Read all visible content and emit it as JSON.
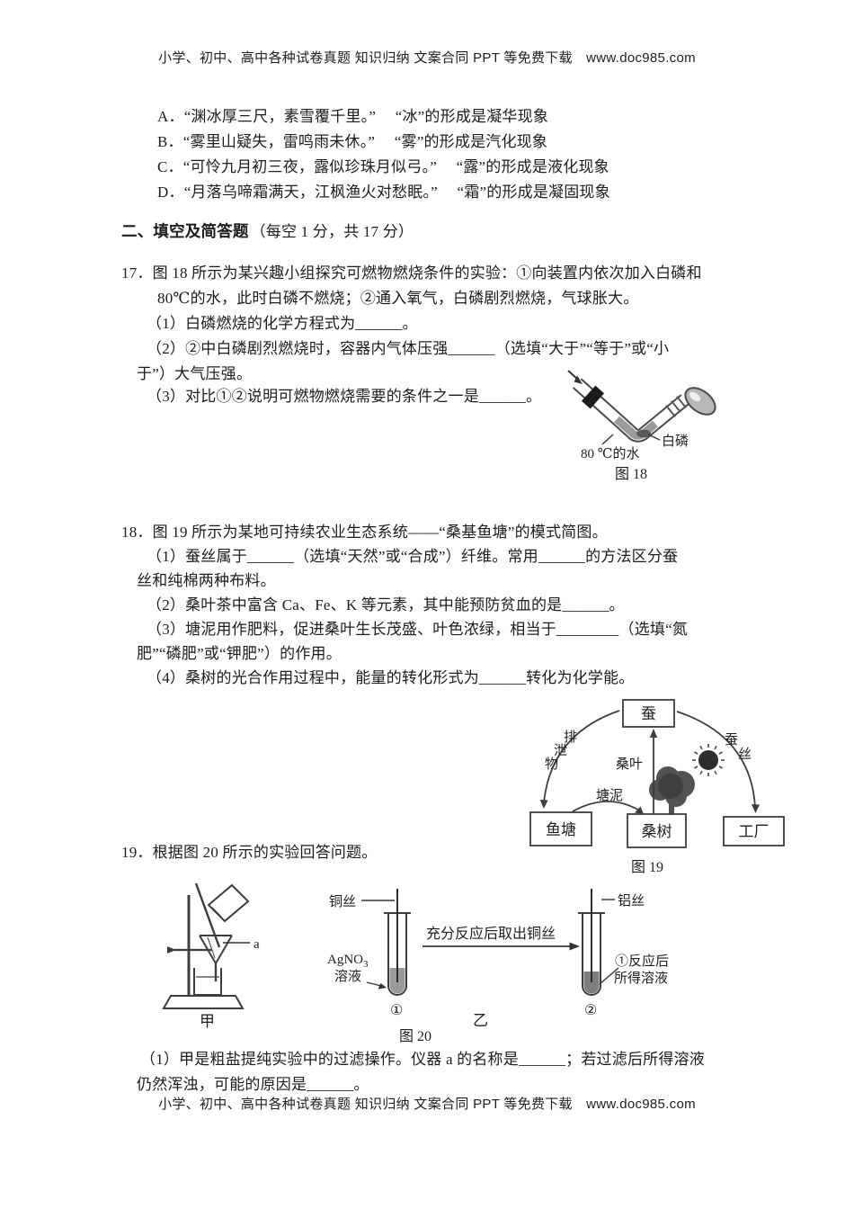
{
  "header": {
    "text": "小学、初中、高中各种试卷真题 知识归纳 文案合同 PPT 等免费下载　www.doc985.com"
  },
  "footer": {
    "text": "小学、初中、高中各种试卷真题 知识归纳 文案合同 PPT 等免费下载　www.doc985.com"
  },
  "options": [
    {
      "label": "A．",
      "text": "“渊冰厚三尺，素雪覆千里。”　 “冰”的形成是凝华现象"
    },
    {
      "label": "B．",
      "text": "“雾里山疑失，雷鸣雨未休。”　 “雾”的形成是汽化现象"
    },
    {
      "label": "C．",
      "text": "“可怜九月初三夜，露似珍珠月似弓。”　 “露”的形成是液化现象"
    },
    {
      "label": "D．",
      "text": "“月落乌啼霜满天，江枫渔火对愁眠。”　 “霜”的形成是凝固现象"
    }
  ],
  "section2": {
    "title": "二、填空及简答题",
    "score_note": "（每空 1 分，共 17 分）"
  },
  "q17": {
    "number": "17．",
    "stem_line1": "图 18 所示为某兴趣小组探究可燃物燃烧条件的实验：①向装置内依次加入白磷和",
    "stem_line2": "80℃的水，此时白磷不燃烧；②通入氧气，白磷剧烈燃烧，气球胀大。",
    "sub1": "（1）白磷燃烧的化学方程式为______。",
    "sub2": "（2）②中白磷剧烈燃烧时，容器内气体压强______（选填“大于”“等于”或“小",
    "sub2_cont": "于”）大气压强。",
    "sub3": "（3）对比①②说明可燃物燃烧需要的条件之一是______。"
  },
  "fig18": {
    "caption": "图 18",
    "label_water": "80 ℃的水",
    "label_phosphorus": "白磷"
  },
  "q18": {
    "number": "18．",
    "stem": "图 19 所示为某地可持续农业生态系统——“桑基鱼塘”的模式简图。",
    "sub1": "（1）蚕丝属于______（选填“天然”或“合成”）纤维。常用______的方法区分蚕",
    "sub1_cont": "丝和纯棉两种布料。",
    "sub2": "（2）桑叶茶中富含 Ca、Fe、K 等元素，其中能预防贫血的是______。",
    "sub3": "（3）塘泥用作肥料，促进桑叶生长茂盛、叶色浓绿，相当于________（选填“氮",
    "sub3_cont": "肥”“磷肥”或“钾肥”）的作用。",
    "sub4": "（4）桑树的光合作用过程中，能量的转化形式为______转化为化学能。"
  },
  "fig19": {
    "caption": "图 19",
    "box_silkworm": "蚕",
    "box_pond": "鱼塘",
    "box_mulberry": "桑树",
    "box_factory": "工厂",
    "arrow_excreta": [
      "排",
      "泄",
      "物"
    ],
    "arrow_leaf": "桑叶",
    "arrow_mud": "塘泥",
    "arrow_silk": [
      "蚕",
      "丝"
    ]
  },
  "q19": {
    "number": "19．",
    "stem": "根据图 20 所示的实验回答问题。",
    "sub1": "（1）甲是粗盐提纯实验中的过滤操作。仪器 a 的名称是______；若过滤后所得溶液",
    "sub1_cont": "仍然浑浊，可能的原因是______。"
  },
  "fig20": {
    "caption": "图 20",
    "label_jia": "甲",
    "label_yi": "乙",
    "label_a": "a",
    "label_copper": "铜丝",
    "label_agno3_base": "AgNO",
    "label_agno3_sub": "3",
    "label_solution_word": "溶液",
    "arrow_text": "充分反应后取出铜丝",
    "label_aluminum": "铝丝",
    "label_result1": "①反应后",
    "label_result2": "所得溶液",
    "tube1_num": "①",
    "tube2_num": "②"
  }
}
